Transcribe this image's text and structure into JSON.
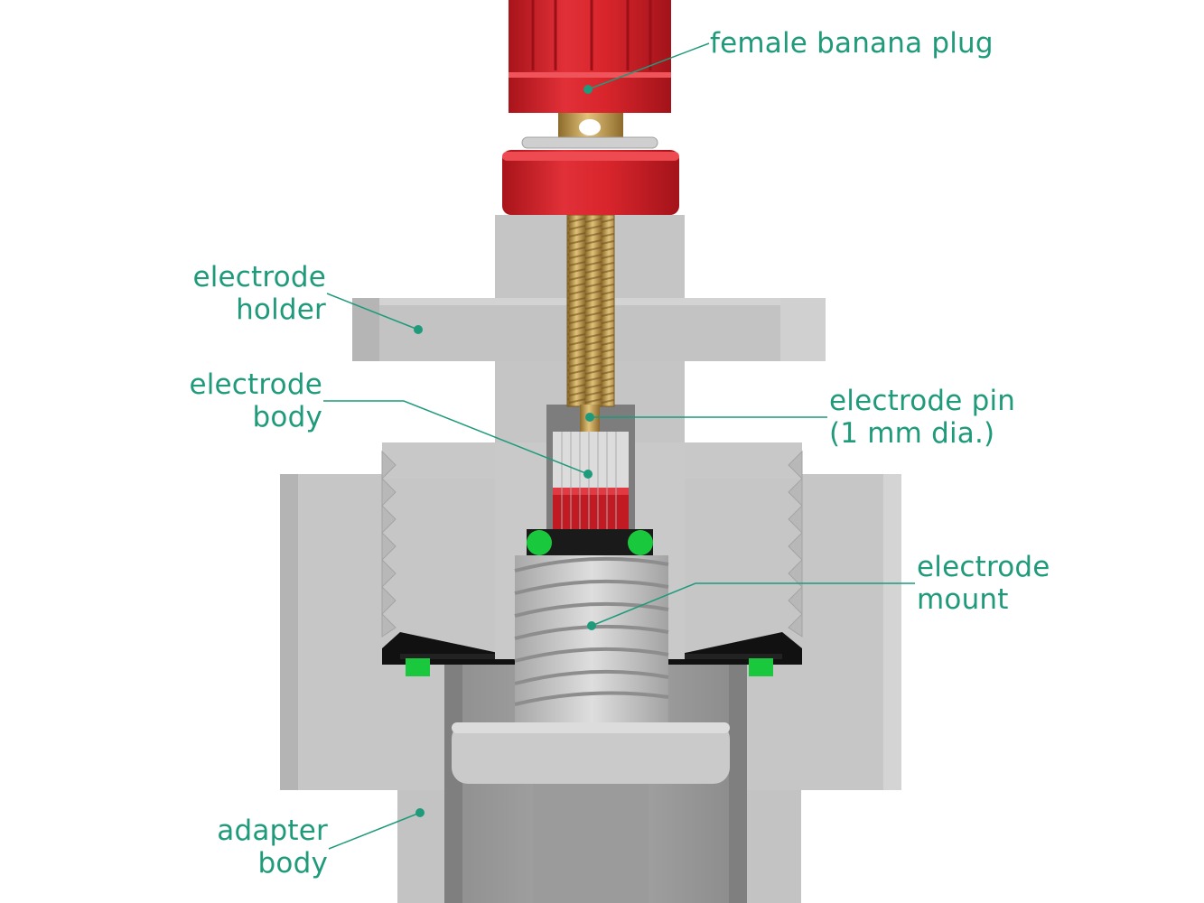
{
  "diagram": {
    "labels": {
      "female_banana_plug": [
        "female banana plug"
      ],
      "electrode_holder": [
        "electrode",
        "holder"
      ],
      "electrode_body": [
        "electrode",
        "body"
      ],
      "electrode_pin": [
        "electrode pin",
        "(1 mm dia.)"
      ],
      "electrode_mount": [
        "electrode",
        "mount"
      ],
      "adapter_body": [
        "adapter",
        "body"
      ]
    },
    "colors": {
      "label_text": "#1f9a7a",
      "leader_line": "#1f9a7a",
      "plug_red": "#d8252c",
      "brass": "#c9a253",
      "grey_part": "#c4c4c4",
      "o_ring_green": "#19b33a",
      "black_gasket": "#111111"
    }
  }
}
